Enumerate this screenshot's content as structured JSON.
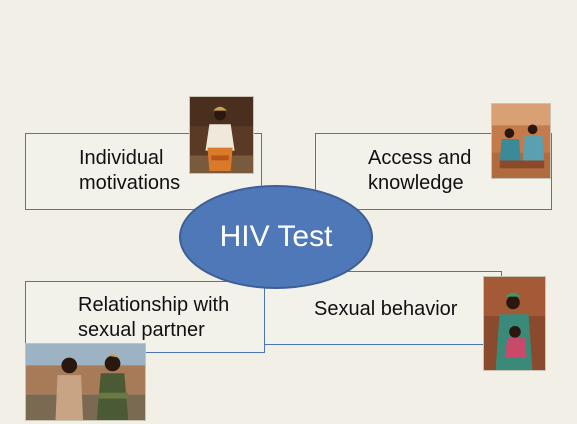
{
  "diagram": {
    "center": "HIV Test",
    "factors": [
      {
        "id": "individual",
        "text": "Individual\nmotivations"
      },
      {
        "id": "access",
        "text": "Access and\nknowledge"
      },
      {
        "id": "relationship",
        "text": "Relationship with\nsexual partner"
      },
      {
        "id": "sexual",
        "text": "Sexual behavior"
      }
    ]
  },
  "colors": {
    "background": "#f2f0e6",
    "box_fill": "#f2f1ea",
    "box_border": "#4f74b5",
    "ellipse_fill": "#4e78b8",
    "center_text": "#ffffff"
  }
}
